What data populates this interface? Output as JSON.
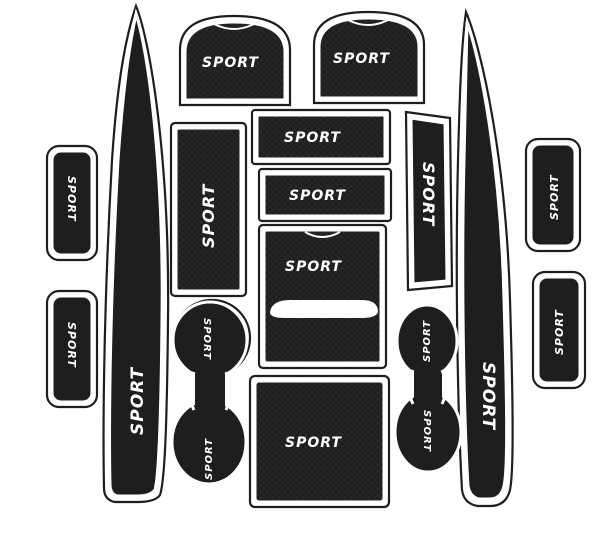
{
  "scene": {
    "background": "#ffffff",
    "pad_color": "#1e1e1e",
    "trim_color": "#ffffff",
    "logo_text": "SPORT",
    "pieces": [
      {
        "id": "long-left"
      },
      {
        "id": "long-right"
      },
      {
        "id": "top-arch-left"
      },
      {
        "id": "top-arch-right"
      },
      {
        "id": "left-small-upper"
      },
      {
        "id": "left-small-lower"
      },
      {
        "id": "right-small-upper"
      },
      {
        "id": "right-small-lower"
      },
      {
        "id": "vertical-center-left"
      },
      {
        "id": "vertical-center-right"
      },
      {
        "id": "center-strip-1"
      },
      {
        "id": "center-strip-2"
      },
      {
        "id": "center-large"
      },
      {
        "id": "cup-holder-left"
      },
      {
        "id": "cup-holder-right"
      },
      {
        "id": "bottom-square"
      }
    ]
  }
}
